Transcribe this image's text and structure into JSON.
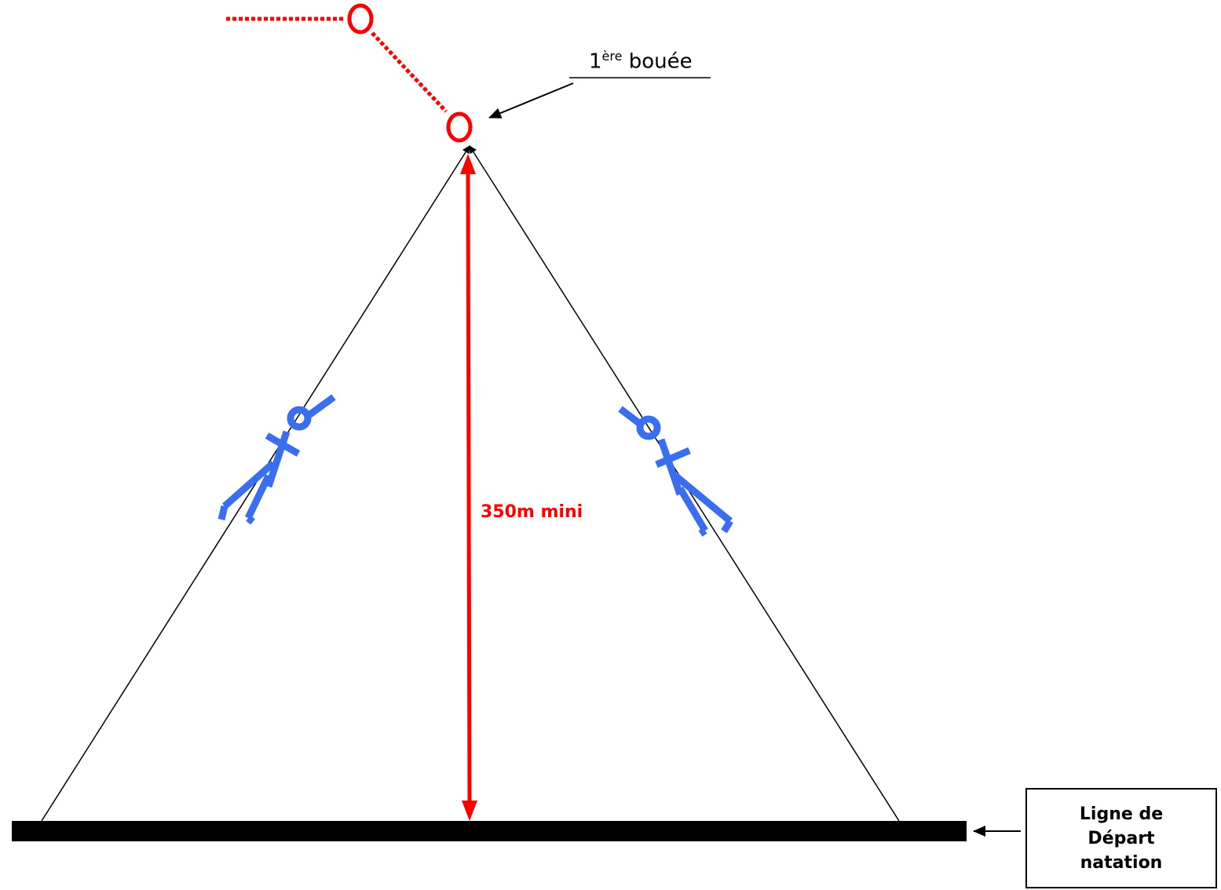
{
  "buoy_label": {
    "number": "1",
    "superscript": "ère",
    "text": "bouée"
  },
  "distance_label": "350m mini",
  "start_box": {
    "lines": [
      "Ligne de",
      "Départ",
      "natation"
    ]
  },
  "colors": {
    "buoy": "#ff0000",
    "course_line": "#ff0000",
    "distance_arrow": "#ff0000",
    "swimmer": "#3a6ef0",
    "start_line": "#000000"
  },
  "icons": [
    "buoy-icon",
    "swimmer-icon",
    "arrow-icon"
  ]
}
